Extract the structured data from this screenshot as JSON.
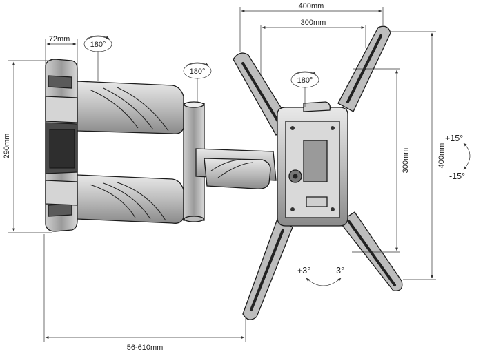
{
  "dimensions": {
    "top_width_outer": "400mm",
    "top_width_inner": "300mm",
    "wall_plate_depth": "72mm",
    "wall_plate_height": "290mm",
    "arm_extension": "56-610mm",
    "vertical_inner": "300mm",
    "vertical_outer": "400mm"
  },
  "rotations": {
    "arm_upper": "180°",
    "arm_joint": "180°",
    "head_swivel": "180°"
  },
  "tilt": {
    "up": "+15°",
    "down": "-15°"
  },
  "level": {
    "left": "+3°",
    "right": "-3°"
  }
}
